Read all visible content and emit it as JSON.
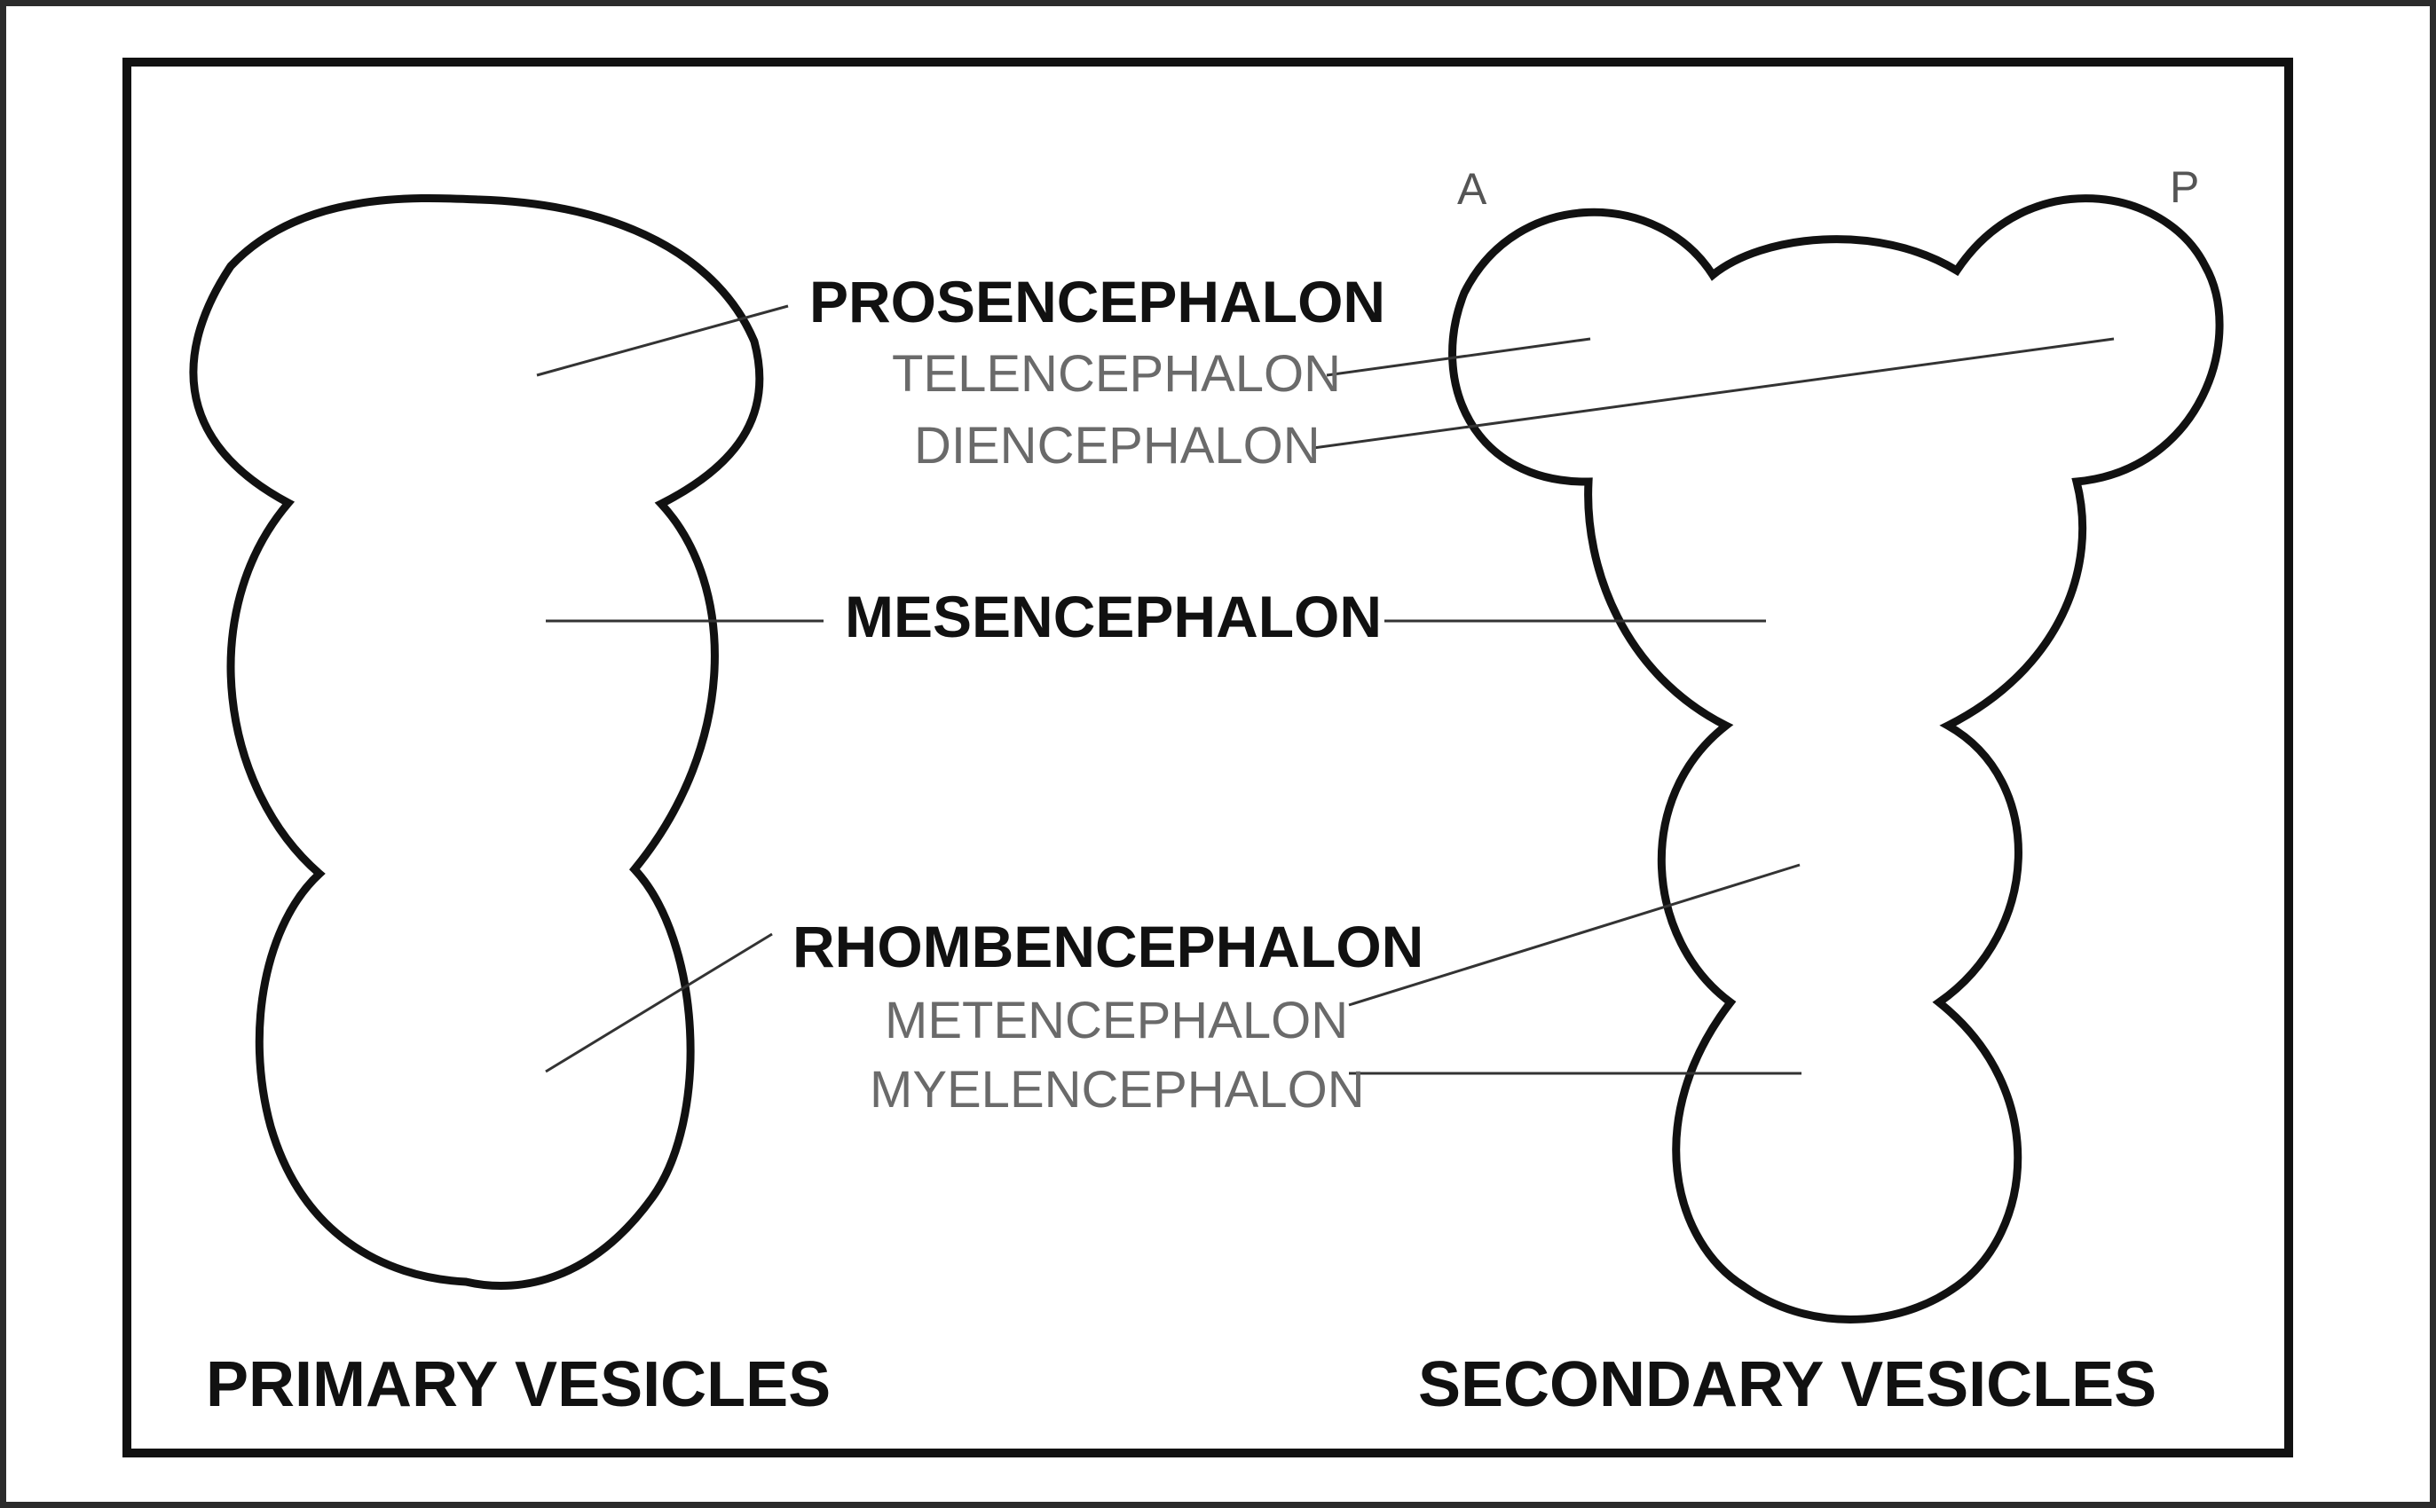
{
  "labels": {
    "prosencephalon": "PROSENCEPHALON",
    "telencephalon": "TELENCEPHALON",
    "diencephalon": "DIENCEPHALON",
    "mesencephalon": "MESENCEPHALON",
    "rhombencephalon": "RHOMBENCEPHALON",
    "metencephalon": "METENCEPHALON",
    "myelencephalon": "MYELENCEPHALON"
  },
  "directions": {
    "anterior": "A",
    "posterior": "P"
  },
  "titles": {
    "primary": "PRIMARY VESICLES",
    "secondary": "SECONDARY VESICLES"
  }
}
